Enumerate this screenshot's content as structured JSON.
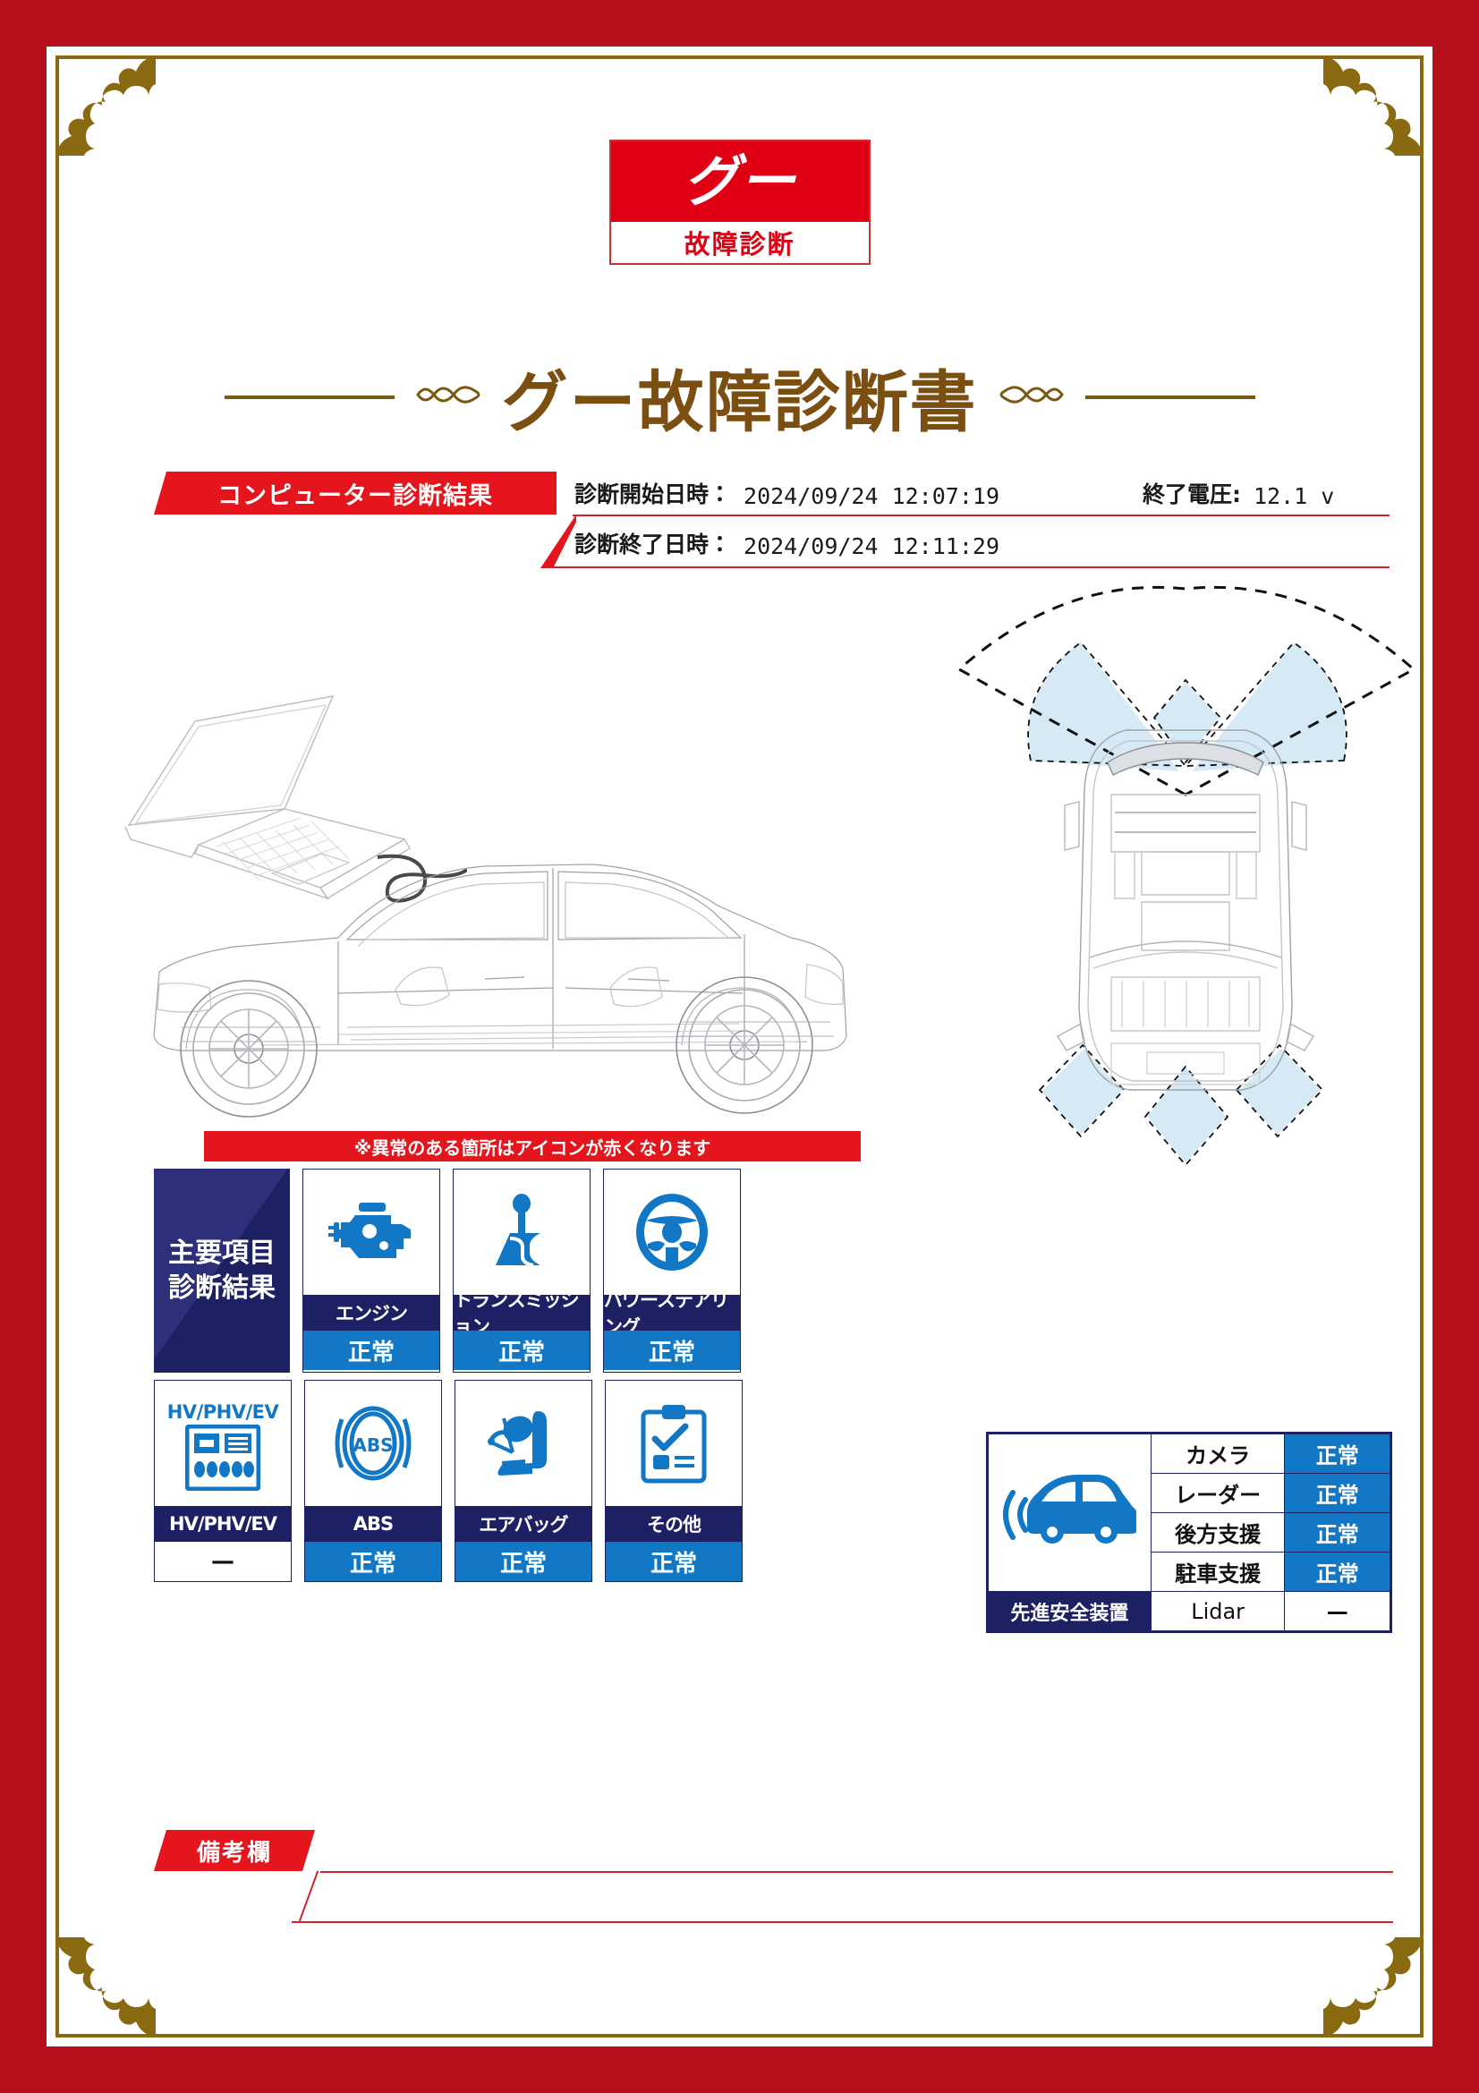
{
  "document": {
    "logo": {
      "mark": "グー",
      "sub": "故障診断"
    },
    "title": "グー故障診断書"
  },
  "diagnosis_header": {
    "banner": "コンピューター診断結果",
    "start_label": "診断開始日時：",
    "start_value": "2024/09/24 12:07:19",
    "end_label": "診断終了日時：",
    "end_value": "2024/09/24 12:11:29",
    "voltage_label": "終了電圧:",
    "voltage_value": "12.1 v"
  },
  "main_results": {
    "notice": "※異常のある箇所はアイコンが赤くなります",
    "panel_label_line1": "主要項目",
    "panel_label_line2": "診断結果",
    "items": [
      {
        "icon": "engine-icon",
        "name": "エンジン",
        "status": "正常",
        "top_text": ""
      },
      {
        "icon": "transmission-icon",
        "name": "トランスミッション",
        "status": "正常",
        "top_text": ""
      },
      {
        "icon": "power-steering-icon",
        "name": "パワーステアリング",
        "status": "正常",
        "top_text": ""
      },
      {
        "icon": "hv-battery-icon",
        "name": "HV/PHV/EV",
        "status": "—",
        "top_text": "HV/PHV/EV"
      },
      {
        "icon": "abs-icon",
        "name": "ABS",
        "status": "正常",
        "top_text": ""
      },
      {
        "icon": "airbag-icon",
        "name": "エアバッグ",
        "status": "正常",
        "top_text": ""
      },
      {
        "icon": "clipboard-check-icon",
        "name": "その他",
        "status": "正常",
        "top_text": ""
      }
    ]
  },
  "safety_system": {
    "title": "先進安全装置",
    "rows": [
      {
        "name": "カメラ",
        "status": "正常"
      },
      {
        "name": "レーダー",
        "status": "正常"
      },
      {
        "name": "後方支援",
        "status": "正常"
      },
      {
        "name": "駐車支援",
        "status": "正常"
      },
      {
        "name": "Lidar",
        "status": "—"
      }
    ]
  },
  "remarks": {
    "label": "備考欄",
    "content": ""
  },
  "colors": {
    "border_red": "#b5101c",
    "banner_red": "#e4151c",
    "gold": "#8a6a10",
    "title_brown": "#7a4f11",
    "navy": "#1d2063",
    "blue": "#1277c4",
    "sensor_blue": "#cfe6f5"
  }
}
